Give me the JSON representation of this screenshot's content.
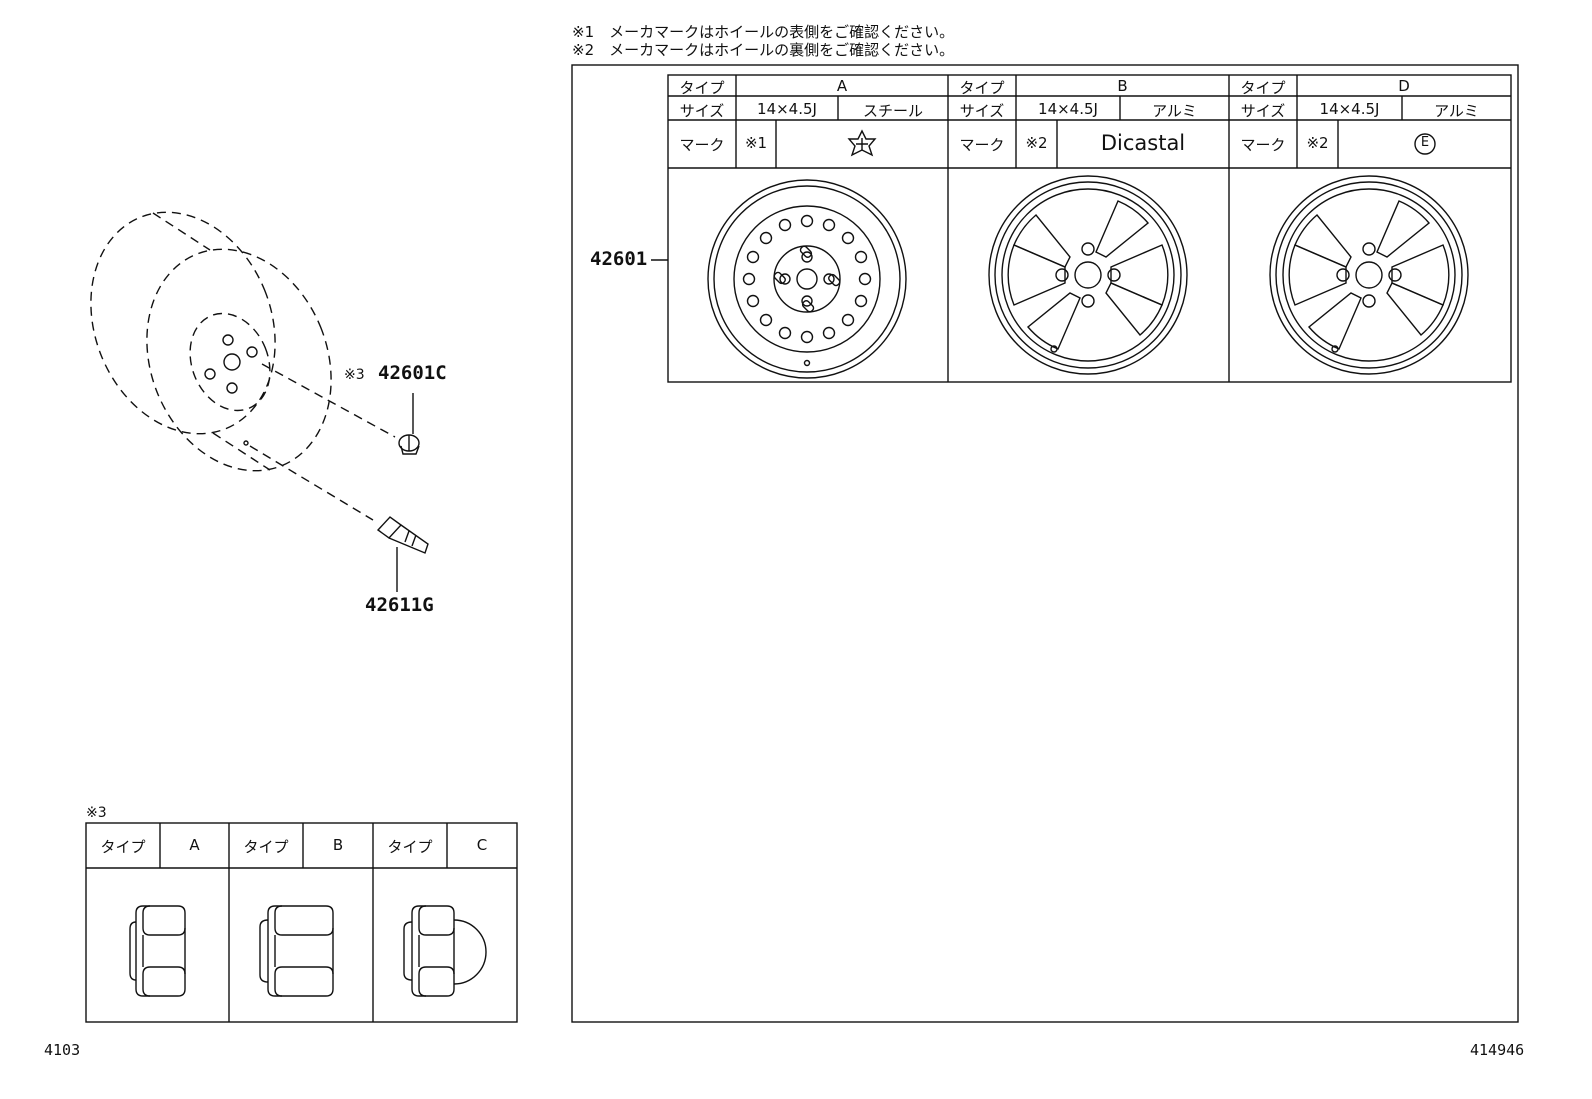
{
  "notes": [
    "※1　メーカマークはホイールの表側をご確認ください。",
    "※2　メーカマークはホイールの裏側をご確認ください。"
  ],
  "parts": {
    "wheel": "42601",
    "nut_ref": "※3",
    "nut": "42601C",
    "valve": "42611G"
  },
  "wheel_table": {
    "type_label": "タイプ",
    "size_label": "サイズ",
    "mark_label": "マーク",
    "columns": [
      {
        "type": "A",
        "size": "14×4.5J",
        "material": "スチール",
        "ref": "※1",
        "mark": "star-logo-icon"
      },
      {
        "type": "B",
        "size": "14×4.5J",
        "material": "アルミ",
        "ref": "※2",
        "mark": "Dicastal"
      },
      {
        "type": "D",
        "size": "14×4.5J",
        "material": "アルミ",
        "ref": "※2",
        "mark": "circled-E-icon"
      }
    ]
  },
  "nut_table": {
    "caption": "※3",
    "type_label": "タイプ",
    "columns": [
      {
        "type": "A"
      },
      {
        "type": "B"
      },
      {
        "type": "C"
      }
    ]
  },
  "footer": {
    "left": "4103",
    "right": "414946"
  }
}
